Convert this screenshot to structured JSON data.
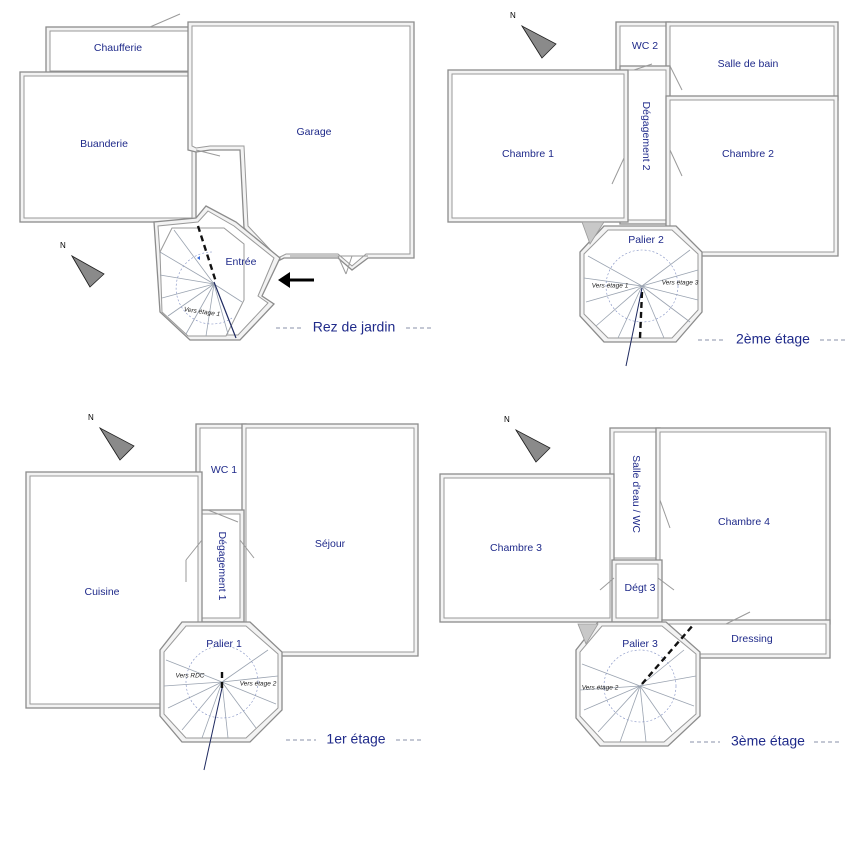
{
  "plans": {
    "rez_de_jardin": {
      "title": "Rez de jardin",
      "rooms": {
        "chaufferie": "Chaufferie",
        "buanderie": "Buanderie",
        "garage": "Garage",
        "entree": "Entrée"
      },
      "stairs": {
        "up": "Vers étage 1"
      }
    },
    "etage_1": {
      "title": "1er étage",
      "rooms": {
        "wc1": "WC 1",
        "degagement1": "Dégagement 1",
        "sejour": "Séjour",
        "cuisine": "Cuisine",
        "palier1": "Palier 1"
      },
      "stairs": {
        "down": "Vers RDC",
        "up": "Vers étage 2"
      }
    },
    "etage_2": {
      "title": "2ème étage",
      "rooms": {
        "wc2": "WC 2",
        "salle_de_bain": "Salle de bain",
        "degagement2": "Dégagement 2",
        "chambre1": "Chambre 1",
        "chambre2": "Chambre 2",
        "palier2": "Palier 2"
      },
      "stairs": {
        "down": "Vers étage 1",
        "up": "Vers étage 3"
      }
    },
    "etage_3": {
      "title": "3ème étage",
      "rooms": {
        "salle_eau": "Salle d'eau / WC",
        "chambre3": "Chambre 3",
        "chambre4": "Chambre 4",
        "degt3": "Dégt 3",
        "palier3": "Palier 3",
        "dressing": "Dressing"
      },
      "stairs": {
        "down": "Vers étage 2"
      }
    }
  },
  "compass": {
    "north_label": "N"
  },
  "icons": {
    "entrance_arrow": "left-arrow-icon",
    "compass": "north-arrow-icon"
  },
  "colors": {
    "label": "#1f2a8a",
    "wall": "#8c8c8c",
    "stair_flight": "#7f8ec2"
  }
}
